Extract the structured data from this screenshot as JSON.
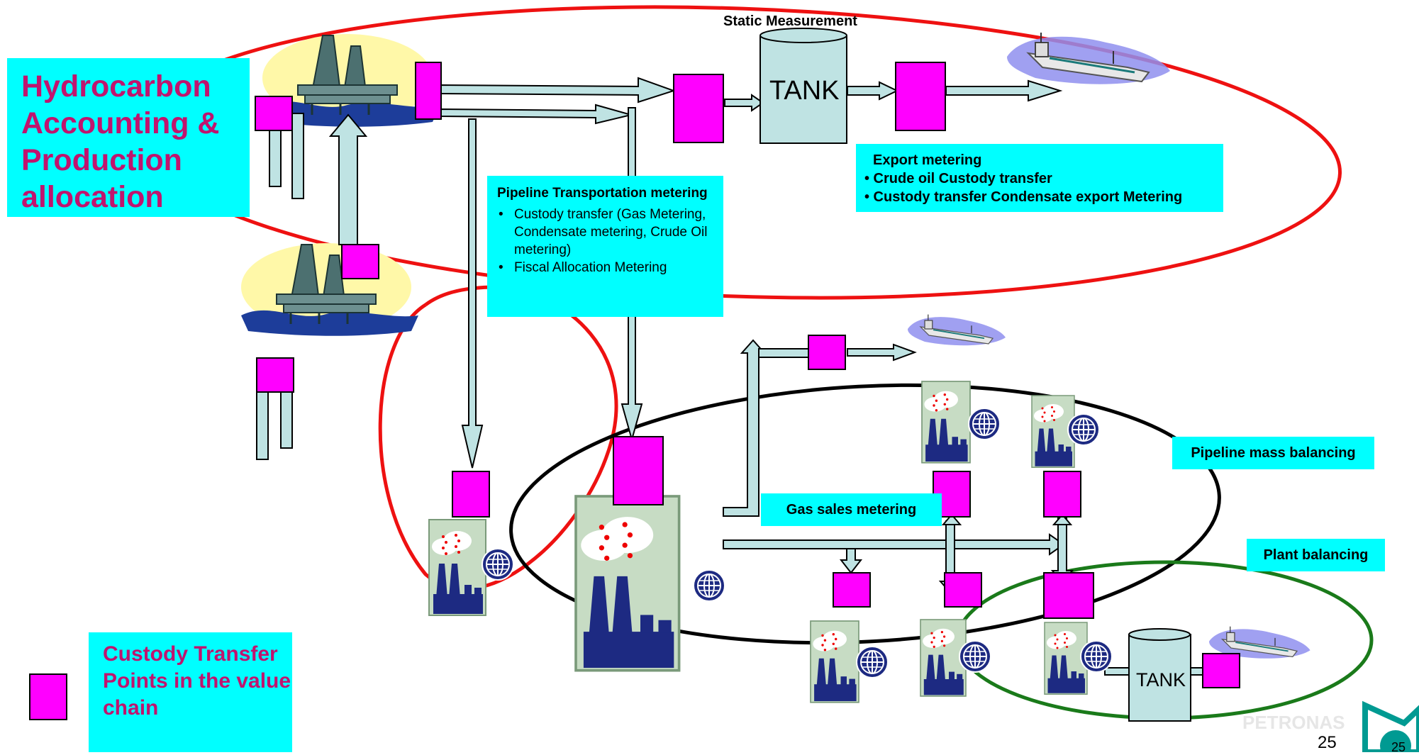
{
  "title": "Hydrocarbon Accounting & Production allocation",
  "static_measurement_label": "Static Measurement",
  "tank_label": "TANK",
  "pipeline_box": {
    "heading": "Pipeline Transportation metering",
    "items": [
      "Custody transfer (Gas Metering, Condensate metering, Crude Oil metering)",
      "Fiscal Allocation Metering"
    ]
  },
  "export_box": {
    "heading": "Export metering",
    "items": [
      "• Crude oil Custody transfer",
      "• Custody transfer Condensate export Metering"
    ]
  },
  "gas_sales_label": "Gas sales metering",
  "pipeline_mass_label": "Pipeline mass balancing",
  "plant_balancing_label": "Plant balancing",
  "legend_text": "Custody Transfer Points in the value chain",
  "page_number": "25",
  "page_number_logo": "25",
  "colors": {
    "custody_point": "#ff00ff",
    "label_fill": "#00ffff",
    "upstream_loop": "#ee1111",
    "gas_loop": "#000000",
    "plant_loop": "#1a7a1a",
    "pipe": "#bfe3e3",
    "title_text": "#c0146e"
  },
  "icons": [
    "offshore-platform-icon",
    "factory-icon",
    "globe-icon",
    "tanker-ship-icon",
    "storage-tank-icon",
    "petronas-logo"
  ]
}
